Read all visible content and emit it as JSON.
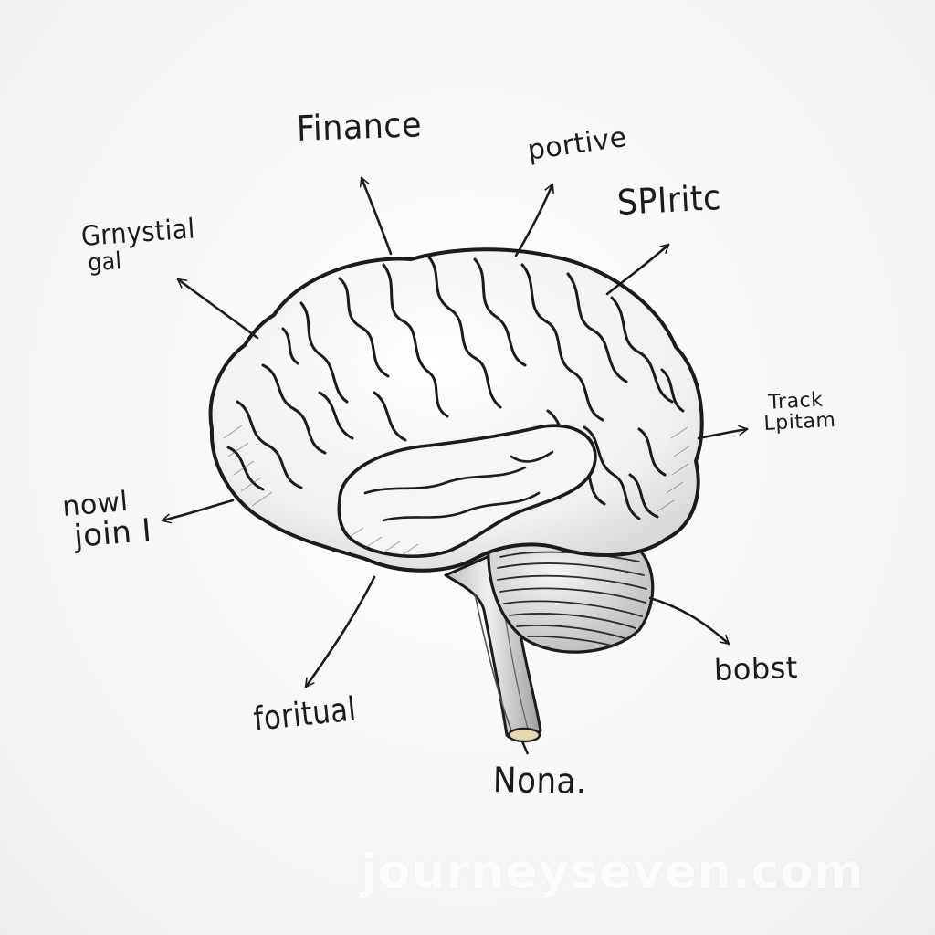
{
  "labels": {
    "finance": "Finance",
    "portive": "portive",
    "spiritc": "SPIritc",
    "grystal_line1": "Grnystial",
    "grystal_line2": "gal",
    "track_line1": "Track",
    "track_line2": "Lpitam",
    "nowl_line1": "nowl",
    "nowl_line2": "join I",
    "forit": "foritual",
    "bobst": "bobst",
    "nona": "Nona."
  },
  "watermark": "journeyseven.com",
  "colors": {
    "ink": "#1b1b1b",
    "background": "#f7f7f7",
    "brain_fill": "#f4f4f4",
    "brainstem_fill": "#d8d8d8"
  },
  "icons": [
    "brain-illustration",
    "arrow-icon"
  ]
}
